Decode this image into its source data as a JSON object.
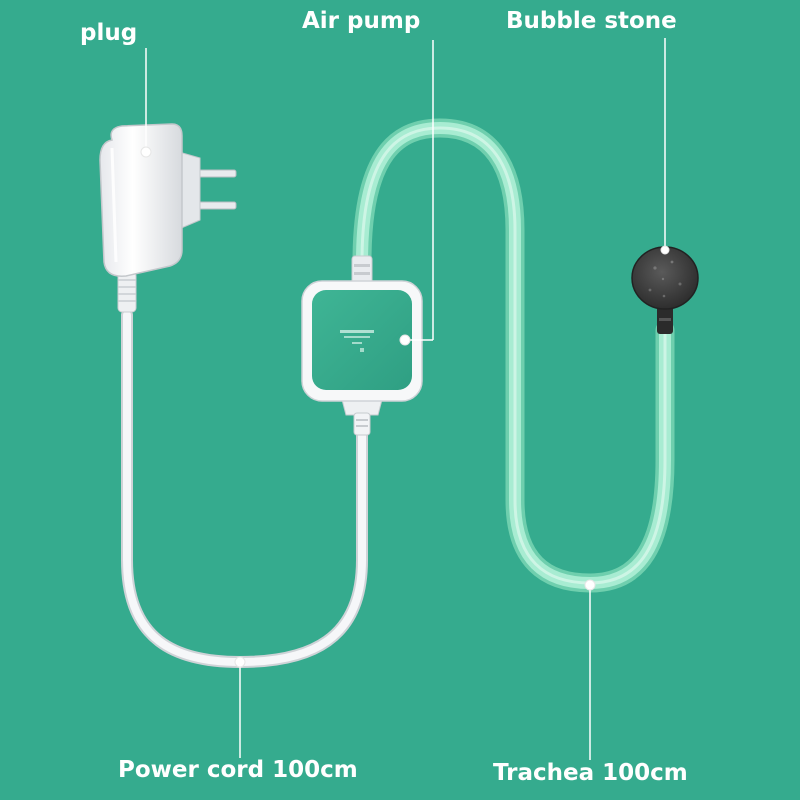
{
  "labels": {
    "plug": "plug",
    "air_pump": "Air pump",
    "bubble_stone": "Bubble stone",
    "power_cord": "Power cord 100cm",
    "trachea": "Trachea 100cm"
  },
  "colors": {
    "background": "#35ab8e",
    "tube": "#9fe8cc",
    "pump_body": "#3fb595",
    "cord": "#f4f6f8",
    "stone": "#3b3b3b",
    "label_text": "#ffffff"
  }
}
